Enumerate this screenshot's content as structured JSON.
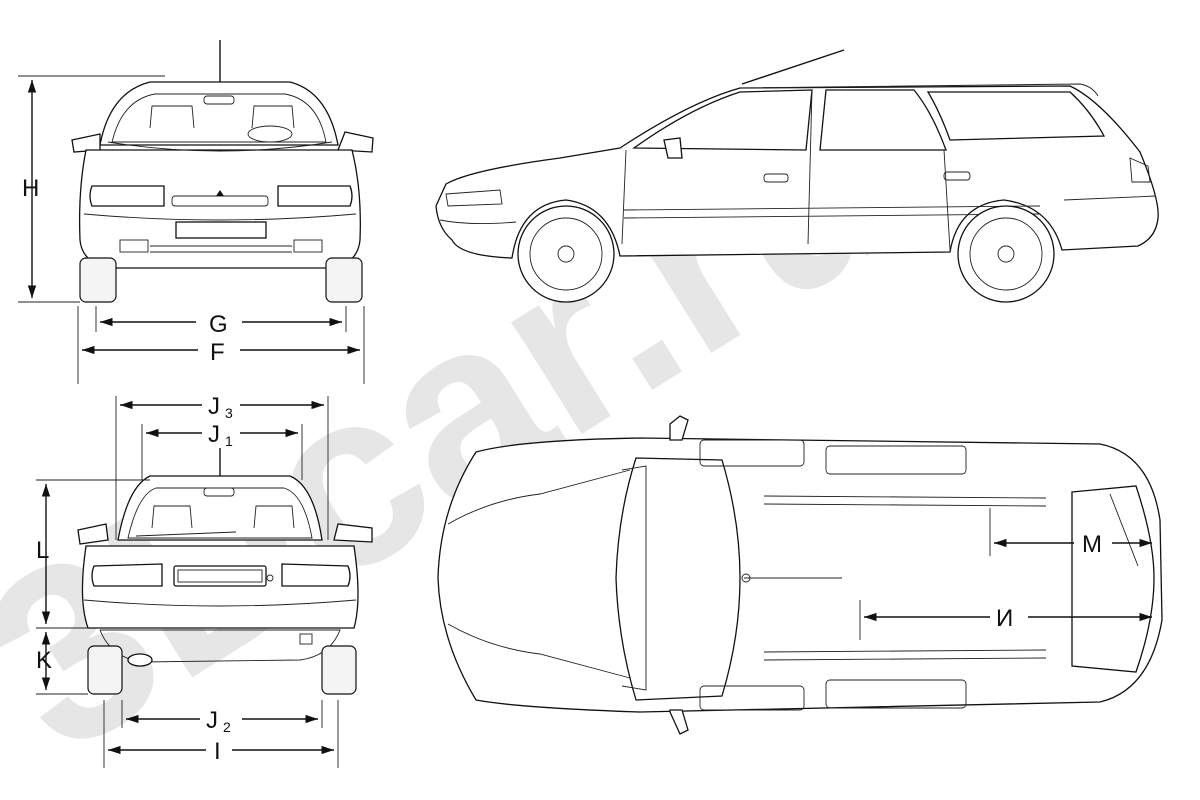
{
  "watermark": {
    "text": "3Dcar.ru",
    "color": "#c9c9c9"
  },
  "views": {
    "front": {
      "labels": {
        "height": "H",
        "track_inner": "G",
        "overall_width": "F"
      }
    },
    "rear": {
      "labels": {
        "j3": "J",
        "j3_sub": "3",
        "j1": "J",
        "j1_sub": "1",
        "height_l": "L",
        "height_k": "K",
        "j2": "J",
        "j2_sub": "2",
        "width_i": "I"
      }
    },
    "top": {
      "labels": {
        "m": "M",
        "n": "И"
      }
    }
  }
}
